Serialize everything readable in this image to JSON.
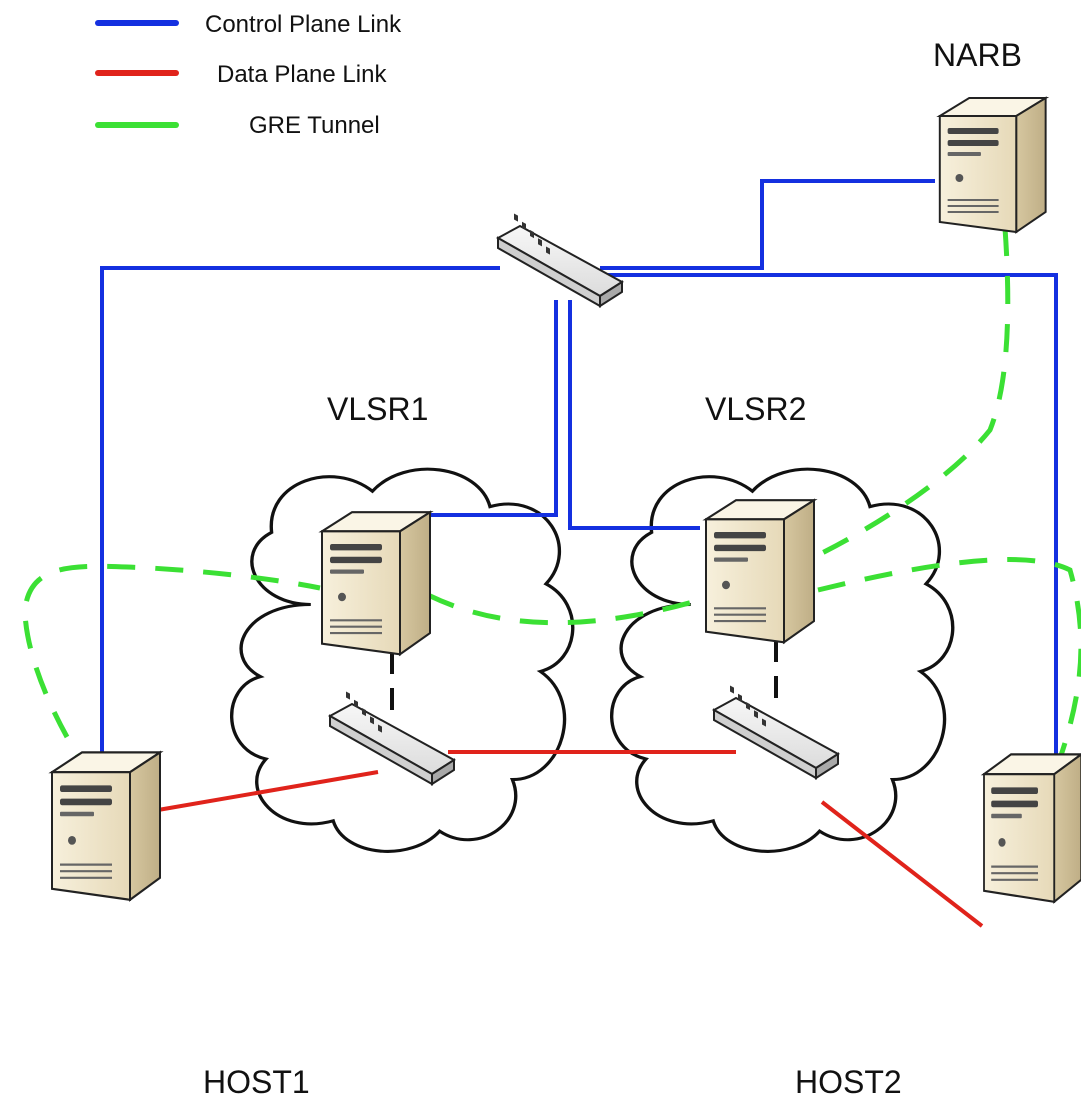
{
  "legend": {
    "items": [
      {
        "label": "Control Plane Link",
        "color": "#1430e0",
        "style": "solid"
      },
      {
        "label": "Data Plane Link",
        "color": "#e0231b",
        "style": "solid"
      },
      {
        "label": "GRE Tunnel",
        "color": "#3be034",
        "style": "dashed"
      }
    ]
  },
  "nodes": {
    "narb": {
      "label": "NARB",
      "icon": "server-icon"
    },
    "vlsr1": {
      "label": "VLSR1",
      "icon": "server-icon"
    },
    "vlsr2": {
      "label": "VLSR2",
      "icon": "server-icon"
    },
    "host1": {
      "label": "HOST1",
      "icon": "server-icon"
    },
    "host2": {
      "label": "HOST2",
      "icon": "server-icon"
    }
  },
  "colors": {
    "control": "#1430e0",
    "data": "#e0231b",
    "gre": "#3be034",
    "internal": "#111111"
  }
}
